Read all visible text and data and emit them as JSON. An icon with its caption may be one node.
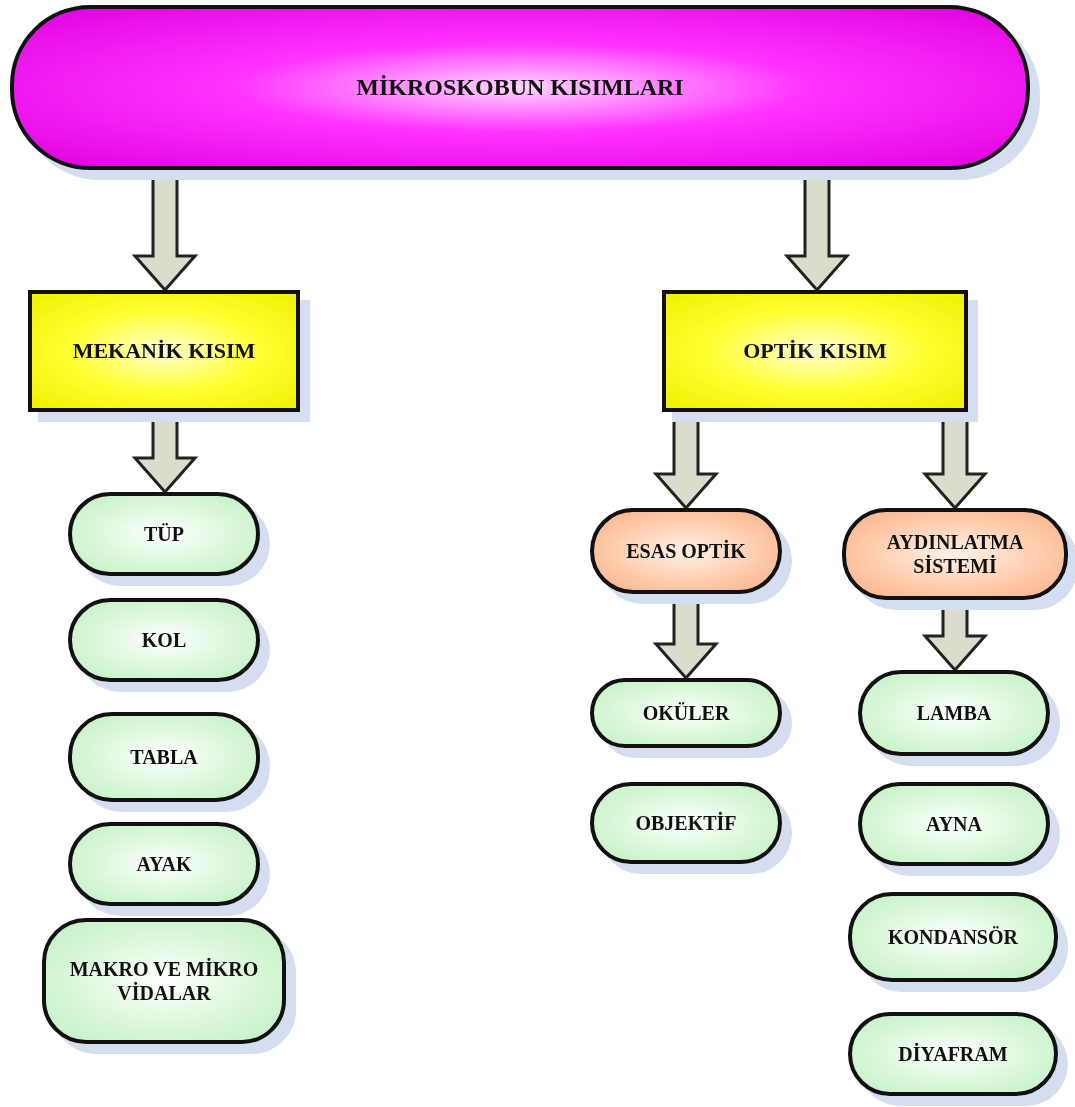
{
  "diagram": {
    "nodes": [
      {
        "text": [
          "MİKROSKOBUN KISIMLARI"
        ]
      },
      {
        "text": [
          "MEKANİK KISIM"
        ]
      },
      {
        "text": [
          "OPTİK KISIM"
        ]
      },
      {
        "text": [
          "TÜP"
        ]
      },
      {
        "text": [
          "KOL"
        ]
      },
      {
        "text": [
          "TABLA"
        ]
      },
      {
        "text": [
          "AYAK"
        ]
      },
      {
        "text": [
          "MAKRO VE MİKRO VİDALAR"
        ]
      },
      {
        "text": [
          "ESAS OPTİK"
        ]
      },
      {
        "text": [
          "AYDINLATMA SİSTEMİ"
        ]
      },
      {
        "text": [
          "OKÜLER"
        ]
      },
      {
        "text": [
          "OBJEKTİF"
        ]
      },
      {
        "text": [
          "LAMBA"
        ]
      },
      {
        "text": [
          "AYNA"
        ]
      },
      {
        "text": [
          "KONDANSÖR"
        ]
      },
      {
        "text": [
          "DİYAFRAM"
        ]
      }
    ],
    "edges": [
      {
        "from": 0,
        "to": 1,
        "arrow": "to"
      },
      {
        "from": 0,
        "to": 2,
        "arrow": "to"
      },
      {
        "from": 1,
        "to": 3,
        "arrow": "to"
      },
      {
        "from": 2,
        "to": 8,
        "arrow": "to"
      },
      {
        "from": 2,
        "to": 9,
        "arrow": "to"
      },
      {
        "from": 8,
        "to": 10,
        "arrow": "to"
      },
      {
        "from": 9,
        "to": 12,
        "arrow": "to"
      }
    ]
  }
}
